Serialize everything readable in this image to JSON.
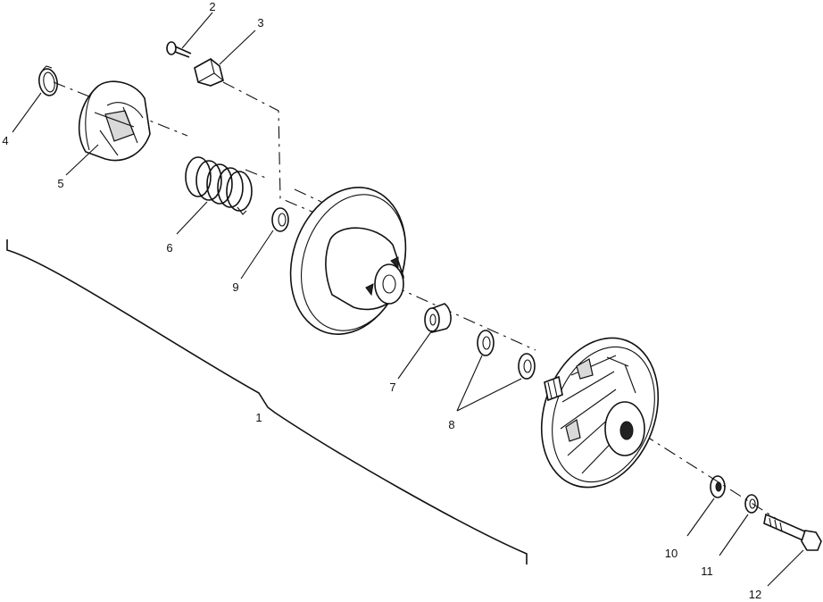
{
  "callouts": [
    {
      "id": "c2",
      "text": "2"
    },
    {
      "id": "c3",
      "text": "3"
    },
    {
      "id": "c4",
      "text": "4"
    },
    {
      "id": "c5",
      "text": "5"
    },
    {
      "id": "c6",
      "text": "6"
    },
    {
      "id": "c9",
      "text": "9"
    },
    {
      "id": "c7",
      "text": "7"
    },
    {
      "id": "c8",
      "text": "8"
    },
    {
      "id": "c1",
      "text": "1"
    },
    {
      "id": "c10",
      "text": "10"
    },
    {
      "id": "c11",
      "text": "11"
    },
    {
      "id": "c12",
      "text": "12"
    }
  ]
}
